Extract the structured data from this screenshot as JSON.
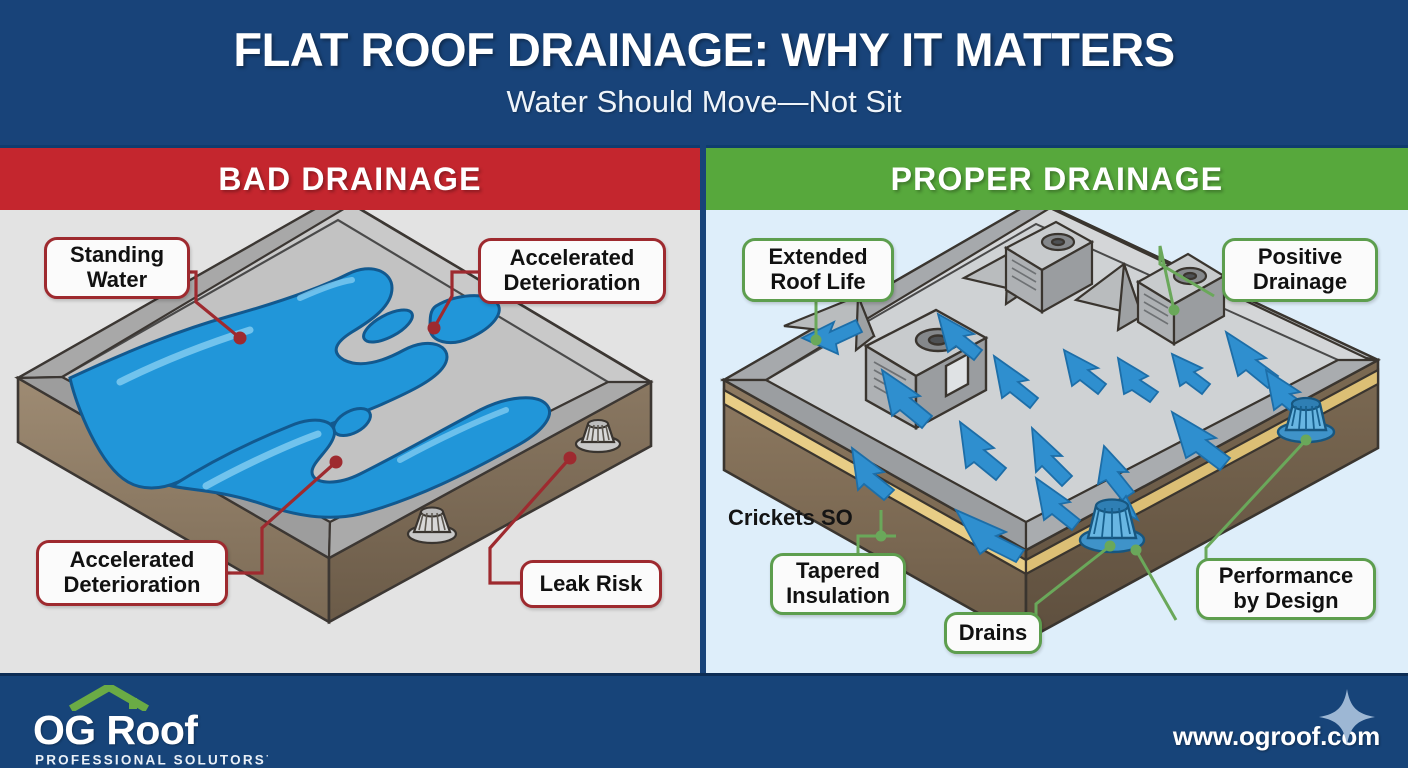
{
  "header": {
    "title": "FLAT ROOF DRAINAGE: WHY IT MATTERS",
    "subtitle": "Water Should Move—Not Sit",
    "bg_color": "#184379"
  },
  "banners": {
    "bad": {
      "label": "BAD DRAINAGE",
      "color": "#c4262e"
    },
    "good": {
      "label": "PROPER DRAINAGE",
      "color": "#57a83c"
    }
  },
  "panels": {
    "bad": {
      "bg_color": "#e3e3e3",
      "accent_color": "#9e2a2f",
      "callouts": [
        {
          "id": "standing-water",
          "label": "Standing\nWater"
        },
        {
          "id": "accelerated-deterioration-top",
          "label": "Accelerated\nDeterioration"
        },
        {
          "id": "accelerated-deterioration-bottom",
          "label": "Accelerated\nDeterioration"
        },
        {
          "id": "leak-risk",
          "label": "Leak Risk"
        }
      ],
      "illustration": {
        "type": "isometric-flat-roof",
        "features": [
          "ponding-water",
          "parapet",
          "scupper-drains"
        ],
        "water_color": "#2196d9",
        "deck_color": "#b9b9b9",
        "wall_color": "#8c7a64"
      }
    },
    "good": {
      "bg_color": "#deeefa",
      "accent_color": "#5d9e4e",
      "callouts": [
        {
          "id": "extended-roof-life",
          "label": "Extended\nRoof Life"
        },
        {
          "id": "positive-drainage",
          "label": "Positive\nDrainage"
        },
        {
          "id": "crickets-so",
          "label": "Crickets SO",
          "style": "plain"
        },
        {
          "id": "tapered-insulation",
          "label": "Tapered\nInsulation"
        },
        {
          "id": "drains",
          "label": "Drains"
        },
        {
          "id": "performance-by-design",
          "label": "Performance\nby Design"
        }
      ],
      "illustration": {
        "type": "isometric-flat-roof",
        "features": [
          "flow-arrows",
          "hvac-units",
          "crickets",
          "tapered-insulation",
          "roof-drains"
        ],
        "arrow_color": "#2f8fcf",
        "insulation_color": "#e8cd86",
        "deck_color": "#d5d7d9",
        "wall_color": "#7f6a54"
      }
    }
  },
  "footer": {
    "bg_color": "#174479",
    "logo_name": "OG Roof",
    "logo_tagline": "PROFESSIONAL SOLUTORS",
    "logo_tagline_mark": "·",
    "logo_roof_color": "#6aab45",
    "url": "www.ogroof.com",
    "sparkle_icon": "sparkle-icon"
  }
}
